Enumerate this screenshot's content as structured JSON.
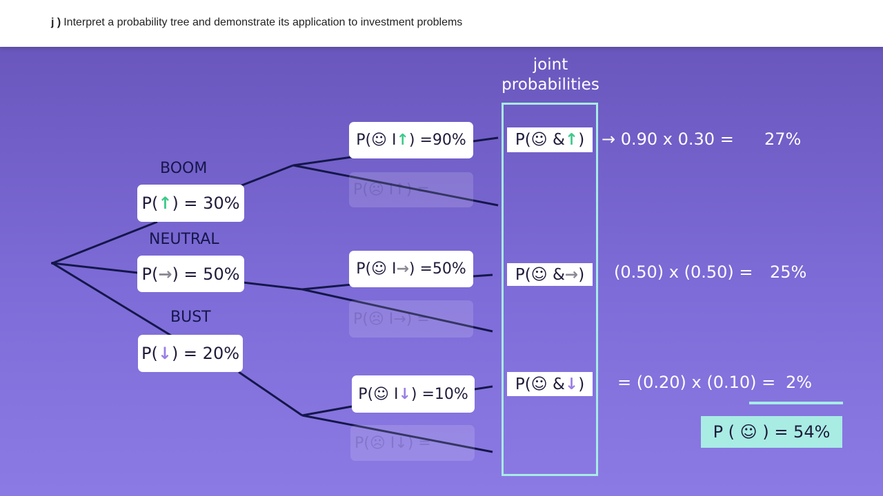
{
  "header": {
    "prefix": "j )",
    "title": "Interpret a probability tree and demonstrate its application to investment problems"
  },
  "scenarios": [
    {
      "label": "BOOM",
      "prob_pre": "P(",
      "icon": "↑",
      "prob_post": ") = 30%"
    },
    {
      "label": "NEUTRAL",
      "prob_pre": "P(",
      "icon": "→",
      "prob_post": ") = 50%"
    },
    {
      "label": "BUST",
      "prob_pre": "P(",
      "icon": "↓",
      "prob_post": ") = 20%"
    }
  ],
  "conditionals": [
    {
      "pre": "P(☺ I",
      "icon": "↑",
      "post": ") =90%",
      "faded_pre": "P(☹ I",
      "faded_post": ") ="
    },
    {
      "pre": "P(☺ I",
      "icon": "→",
      "post": ") =50%",
      "faded_pre": "P(☹ I",
      "faded_post": ") ="
    },
    {
      "pre": "P(☺ I",
      "icon": "↓",
      "post": ") =10%",
      "faded_pre": "P(☹ I",
      "faded_post": ") ="
    }
  ],
  "joint": {
    "title_line1": "joint",
    "title_line2": "probabilities",
    "items": [
      {
        "pre": "P(☺ &",
        "icon": "↑",
        "post": ")"
      },
      {
        "pre": "P(☺ &",
        "icon": "→",
        "post": ")"
      },
      {
        "pre": "P(☺ &",
        "icon": "↓",
        "post": ")"
      }
    ]
  },
  "calculations": [
    {
      "expr": "→ 0.90 x 0.30 =",
      "result": "27%"
    },
    {
      "expr": "(0.50) x (0.50) =",
      "result": "25%"
    },
    {
      "expr": "= (0.20) x (0.10) =",
      "result": "2%"
    }
  ],
  "total": "P ( ☺ ) = 54%",
  "colors": {
    "up": "#3ec98a",
    "neutral": "#8a8a96",
    "down": "#9b7ee6",
    "accent": "#a8ece4",
    "line": "#14174a"
  }
}
